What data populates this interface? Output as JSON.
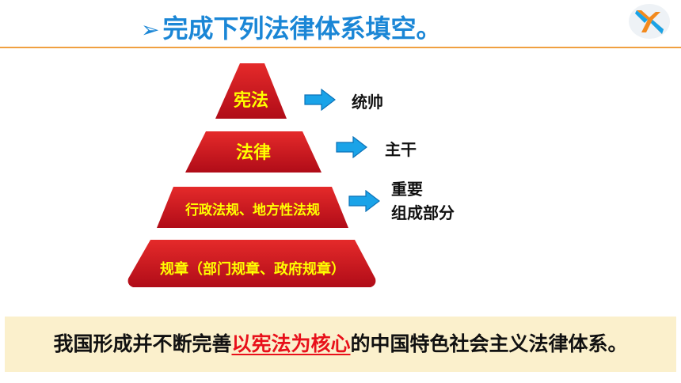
{
  "header": {
    "bullet": "➢",
    "title": "完成下列法律体系填空。"
  },
  "colors": {
    "title_blue": "#1a86d6",
    "tier_red": "#c8101e",
    "tier_text": "#ffff00",
    "arrow_blue": "#1aa3e8",
    "banner_bg": "#fbf0cc",
    "highlight_red": "#e8101a",
    "divider_orange": "#f0a040"
  },
  "pyramid": {
    "tiers": [
      {
        "label": "宪法",
        "desc": [
          "统帅"
        ]
      },
      {
        "label": "法律",
        "desc": [
          "主干"
        ]
      },
      {
        "label": "行政法规、地方性法规",
        "desc": [
          "重要",
          "组成部分"
        ]
      },
      {
        "label": "规章（部门规章、政府规章）",
        "desc": []
      }
    ]
  },
  "banner": {
    "before": "我国形成并不断完善",
    "highlight": "以宪法为核心",
    "after": "的中国特色社会主义法律体系。"
  }
}
